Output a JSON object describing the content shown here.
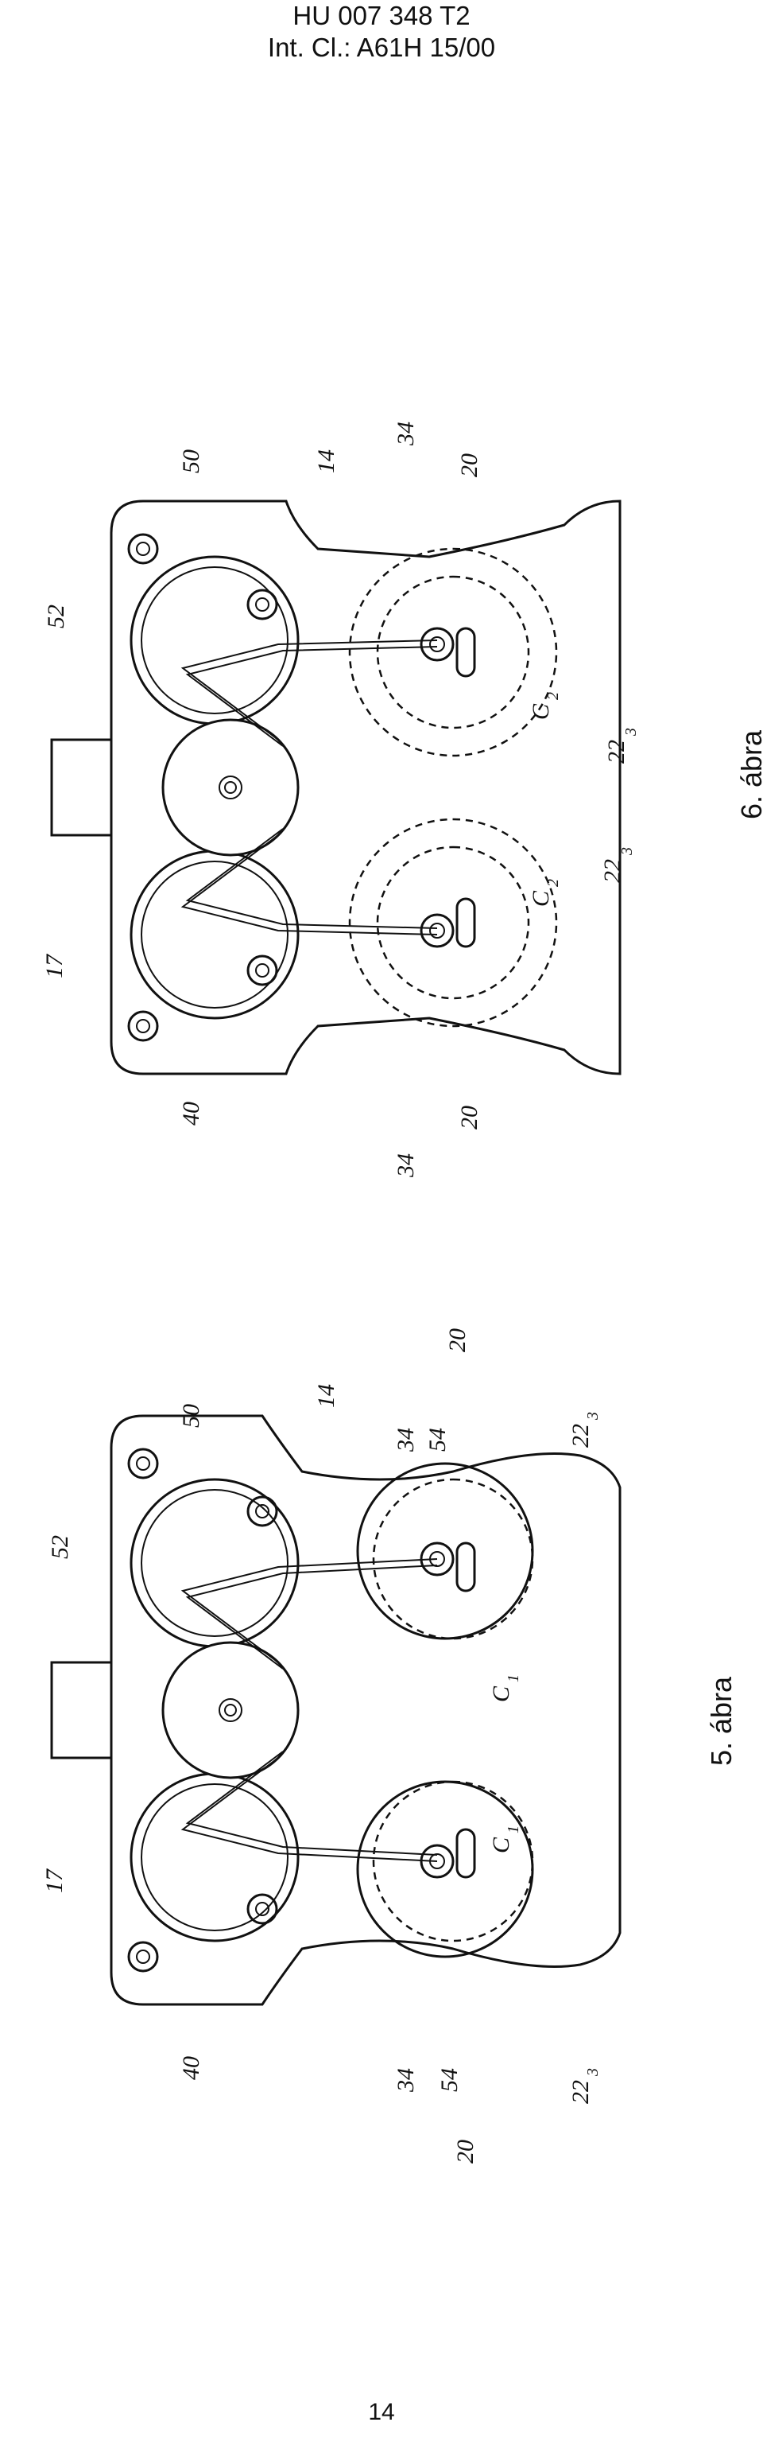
{
  "header": {
    "doc_number": "HU 007 348 T2",
    "classification": "Int. Cl.: A61H 15/00"
  },
  "page_number": "14",
  "figures": [
    {
      "caption": "5. ábra",
      "labels": {
        "l17": "17",
        "l52": "52",
        "l50": "50",
        "l14": "14",
        "l40": "40",
        "l34a": "34",
        "l54a": "54",
        "l20a": "20",
        "l22a": "22",
        "l22a_sub": "3",
        "l34b": "34",
        "l54b": "54",
        "l20b": "20",
        "l22b": "22",
        "l22b_sub": "3",
        "c1a": "C",
        "c1a_sub": "1",
        "c1b": "C",
        "c1b_sub": "1"
      }
    },
    {
      "caption": "6. ábra",
      "labels": {
        "l17": "17",
        "l52": "52",
        "l50": "50",
        "l14": "14",
        "l40": "40",
        "l34a": "34",
        "l34b": "34",
        "l20a": "20",
        "l20b": "20",
        "l22a": "22",
        "l22a_sub": "3",
        "l22b": "22",
        "l22b_sub": "3",
        "c2a": "C",
        "c2a_sub": "2",
        "c2b": "C",
        "c2b_sub": "2"
      }
    }
  ]
}
